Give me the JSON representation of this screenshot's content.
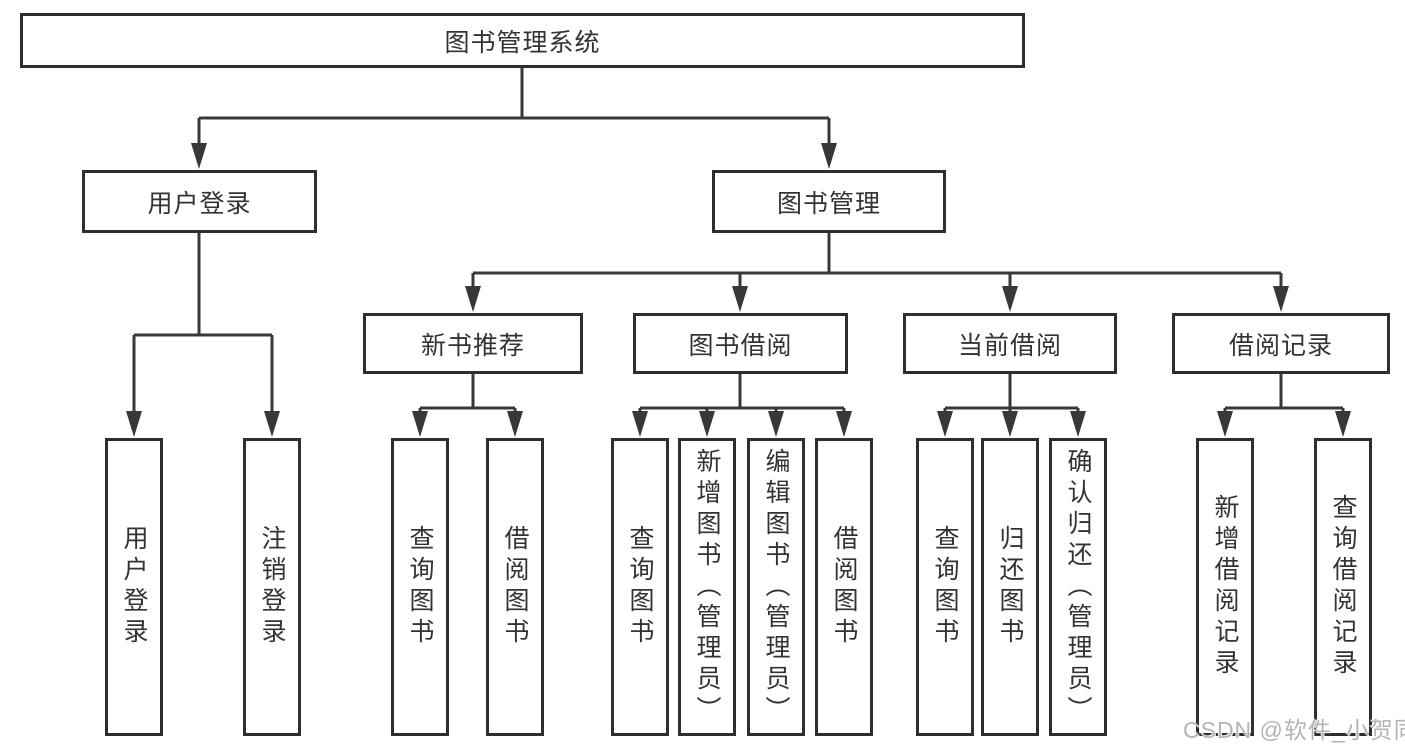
{
  "diagram_title": "图书管理系统",
  "colors": {
    "line": "#383838",
    "box_border": "#2e2e2e",
    "box_fill": "#ffffff",
    "text": "#333333",
    "watermark": "#b4b4b4"
  },
  "tree": {
    "label": "图书管理系统",
    "children": [
      {
        "label": "用户登录",
        "children": [
          {
            "label": "用户登录"
          },
          {
            "label": "注销登录"
          }
        ]
      },
      {
        "label": "图书管理",
        "children": [
          {
            "label": "新书推荐",
            "children": [
              {
                "label": "查询图书"
              },
              {
                "label": "借阅图书"
              }
            ]
          },
          {
            "label": "图书借阅",
            "children": [
              {
                "label": "查询图书"
              },
              {
                "label": "新增图书（管理员）"
              },
              {
                "label": "编辑图书（管理员）"
              },
              {
                "label": "借阅图书"
              }
            ]
          },
          {
            "label": "当前借阅",
            "children": [
              {
                "label": "查询图书"
              },
              {
                "label": "归还图书"
              },
              {
                "label": "确认归还（管理员）"
              }
            ]
          },
          {
            "label": "借阅记录",
            "children": [
              {
                "label": "新增借阅记录"
              },
              {
                "label": "查询借阅记录"
              }
            ]
          }
        ]
      }
    ]
  },
  "watermark": {
    "text": "CSDN @软件_小贺同学"
  }
}
